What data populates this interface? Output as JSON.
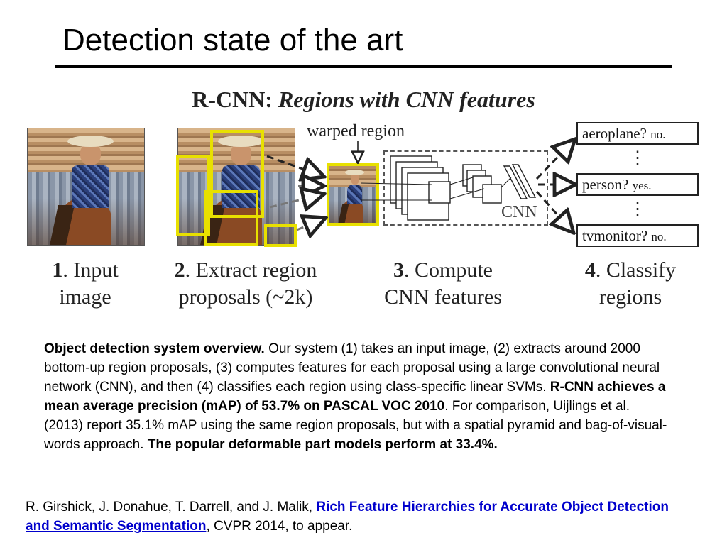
{
  "slide": {
    "title": "Detection state of the art"
  },
  "figure": {
    "title_bold": "R-CNN:",
    "title_italic": "Regions with CNN features",
    "warped_label": "warped region",
    "cnn_label": "CNN",
    "outputs": [
      {
        "label": "aeroplane?",
        "answer": "no."
      },
      {
        "label": "person?",
        "answer": "yes."
      },
      {
        "label": "tvmonitor?",
        "answer": "no."
      }
    ],
    "ellipsis": "⋮",
    "steps": [
      {
        "number": "1",
        "line1": ". Input",
        "line2": "image"
      },
      {
        "number": "2",
        "line1": ". Extract region",
        "line2": "proposals (~2k)"
      },
      {
        "number": "3",
        "line1": ". Compute",
        "line2": "CNN features"
      },
      {
        "number": "4",
        "line1": ". Classify",
        "line2": "regions"
      }
    ]
  },
  "caption": {
    "lead_bold": "Object detection system overview.",
    "text1": " Our system (1) takes an input image, (2) extracts around 2000 bottom-up region proposals, (3) computes features for each proposal using a large convolutional neural network (CNN), and then (4) classifies each region using class-specific linear SVMs. ",
    "bold2": "R-CNN achieves a mean average precision (mAP) of 53.7% on PASCAL VOC 2010",
    "text2": ". For comparison, Uijlings et al. (2013) report 35.1% mAP using the same region proposals, but with a spatial pyramid and bag-of-visual-words approach. ",
    "bold3": "The popular deformable part models perform at 33.4%."
  },
  "citation": {
    "authors": "R. Girshick, J. Donahue, T. Darrell, and J. Malik, ",
    "link_text": "Rich Feature Hierarchies for Accurate Object Detection and Semantic Segmentation",
    "venue": ", CVPR 2014, to appear."
  }
}
